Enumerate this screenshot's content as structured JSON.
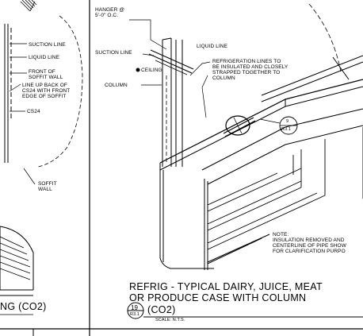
{
  "left_detail": {
    "labels": {
      "suction_line": "SUCTION LINE",
      "liquid_line": "LIQUID LINE",
      "front_soffit": "FRONT OF\nSOFFIT WALL",
      "line_up": "LINE UP BACK OF\nCS24 WITH FRONT\nEDGE OF SOFFIT",
      "cs24": "CS24",
      "soffit_wall": "SOFFIT\nWALL"
    },
    "title_fragment": "NG (CO2)"
  },
  "main_detail": {
    "labels": {
      "hanger": "HANGER @\n5'-0\" O.C.",
      "liquid_line": "LIQUID LINE",
      "suction_line": "SUCTION LINE",
      "ceiling": "CEILING",
      "column": "COLUMN",
      "refrig_note": "REFRIGERATION LINES TO\nBE INSULATED AND CLOSELY\nSTRAPPED TOGETHER TO\nCOLUMN",
      "note": "NOTE:\nINSULATION REMOVED AND\nCENTERLINE OF PIPE SHOW\nFOR CLARIFICATION PURPO"
    },
    "callout": {
      "number": "9",
      "sheet": "R3.1"
    },
    "title_lines": [
      "REFRIG - TYPICAL DAIRY, JUICE, MEAT",
      "OR PRODUCE CASE WITH COLUMN",
      "(CO2)"
    ],
    "detail_number": "19",
    "detail_sheet": "R3.1",
    "scale": "SCALE: N.T.S."
  }
}
